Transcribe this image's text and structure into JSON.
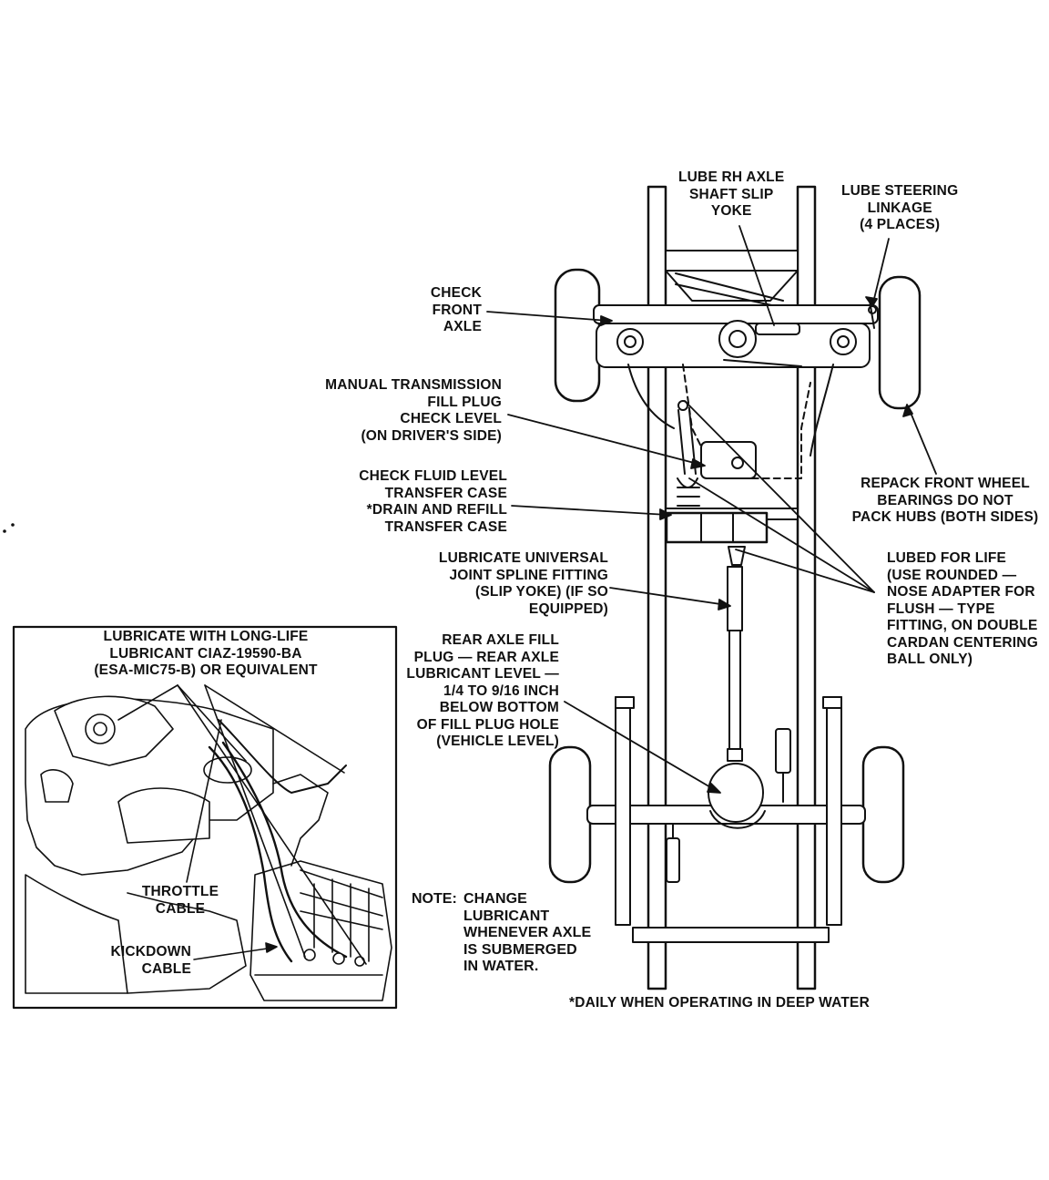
{
  "callouts": {
    "lube_rh_axle": [
      "LUBE RH AXLE",
      "SHAFT SLIP",
      "YOKE"
    ],
    "lube_steering": [
      "LUBE STEERING",
      "LINKAGE",
      "(4 PLACES)"
    ],
    "check_front_axle": [
      "CHECK",
      "FRONT",
      "AXLE"
    ],
    "manual_transmission": [
      "MANUAL TRANSMISSION",
      "FILL PLUG",
      "CHECK LEVEL",
      "(ON DRIVER'S SIDE)"
    ],
    "transfer_case": [
      "CHECK FLUID LEVEL",
      "TRANSFER CASE",
      "*DRAIN AND REFILL",
      "TRANSFER CASE"
    ],
    "universal_joint": [
      "LUBRICATE UNIVERSAL",
      "JOINT SPLINE FITTING",
      "(SLIP YOKE) (IF SO",
      "EQUIPPED)"
    ],
    "front_wheel_bearings": [
      "REPACK FRONT WHEEL",
      "BEARINGS DO NOT",
      "PACK HUBS (BOTH SIDES)"
    ],
    "lubed_for_life": [
      "LUBED FOR LIFE",
      "(USE ROUNDED —",
      "NOSE ADAPTER FOR",
      "FLUSH — TYPE",
      "FITTING, ON DOUBLE",
      "CARDAN CENTERING",
      "BALL ONLY)"
    ],
    "rear_axle": [
      "REAR AXLE FILL",
      "PLUG — REAR AXLE",
      "LUBRICANT LEVEL —",
      "1/4 TO 9/16 INCH",
      "BELOW BOTTOM",
      "OF FILL PLUG HOLE",
      "(VEHICLE LEVEL)"
    ]
  },
  "inset": {
    "lubricant": [
      "LUBRICATE WITH LONG-LIFE",
      "LUBRICANT CIAZ-19590-BA",
      "(ESA-MIC75-B) OR EQUIVALENT"
    ],
    "throttle_cable": [
      "THROTTLE",
      "CABLE"
    ],
    "kickdown_cable": [
      "KICKDOWN",
      "CABLE"
    ]
  },
  "note": {
    "heading": "NOTE:",
    "lines": [
      "CHANGE",
      "LUBRICANT",
      "WHENEVER AXLE",
      "IS SUBMERGED",
      "IN WATER."
    ]
  },
  "footnote": "*DAILY WHEN OPERATING IN DEEP WATER"
}
